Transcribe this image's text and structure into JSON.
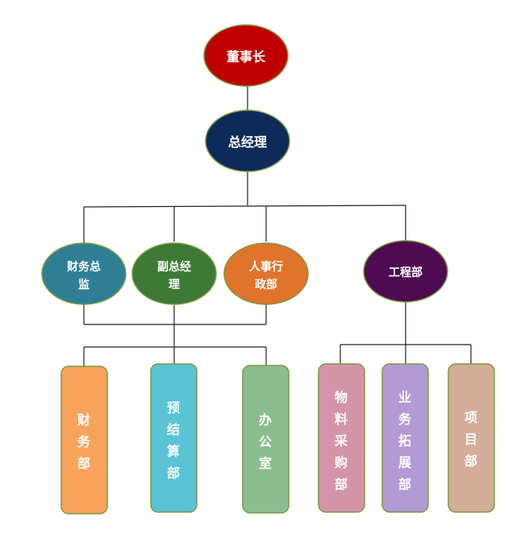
{
  "org_chart": {
    "chairman": {
      "label": "董事长",
      "color": "#c00000"
    },
    "general_manager": {
      "label": "总经理",
      "color": "#0d2a5a"
    },
    "level2": [
      {
        "key": "finance_director",
        "lines": [
          "财务总",
          "监"
        ],
        "color": "#2e7f96"
      },
      {
        "key": "deputy_gm",
        "lines": [
          "副总经",
          "理"
        ],
        "color": "#3d7a35"
      },
      {
        "key": "hr_admin",
        "lines": [
          "人事行",
          "政部"
        ],
        "color": "#e0742a"
      },
      {
        "key": "engineering",
        "lines": [
          "工程部"
        ],
        "color": "#4e0a52"
      }
    ],
    "departments": [
      {
        "key": "finance",
        "chars": [
          "财",
          "务",
          "部"
        ],
        "color": "#f7a35c"
      },
      {
        "key": "budget",
        "chars": [
          "预",
          "结",
          "算",
          "部"
        ],
        "color": "#5bc3d6"
      },
      {
        "key": "office",
        "chars": [
          "办",
          "公",
          "室"
        ],
        "color": "#8bbd8f"
      },
      {
        "key": "procurement",
        "chars": [
          "物",
          "料",
          "采",
          "购",
          "部"
        ],
        "color": "#d494a8"
      },
      {
        "key": "business_dev",
        "chars": [
          "业",
          "务",
          "拓",
          "展",
          "部"
        ],
        "color": "#b29ad4"
      },
      {
        "key": "projects",
        "chars": [
          "项",
          "目",
          "部"
        ],
        "color": "#d3ae98"
      }
    ]
  }
}
